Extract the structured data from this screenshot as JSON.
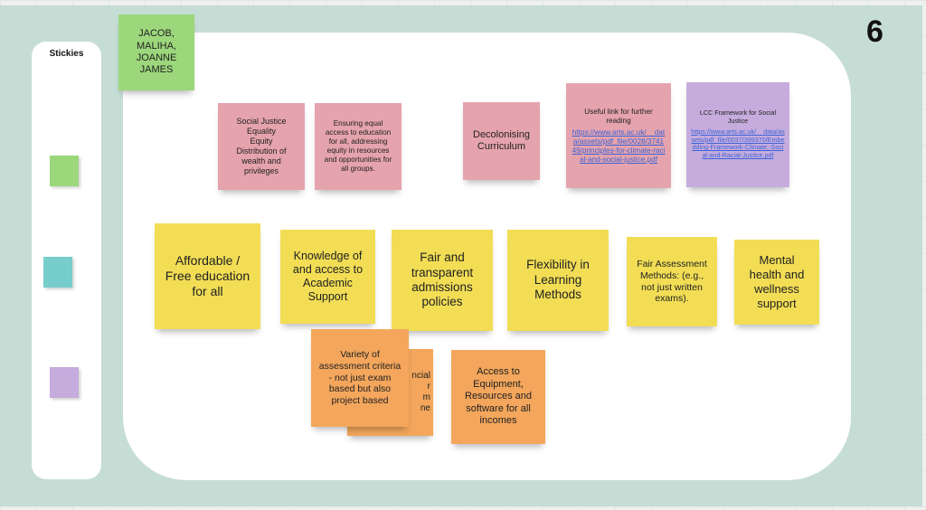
{
  "frame": {
    "number": "6"
  },
  "sidebar": {
    "title": "Stickies"
  },
  "swatches": {
    "green": "#9cd77c",
    "teal": "#76cdcc",
    "purple": "#c6acdd"
  },
  "notes": {
    "names": "JACOB, MALIHA, JOANNE JAMES",
    "social_justice": "Social Justice\nEquality\nEquity\nDistribution of wealth and privileges",
    "equal_access": "Ensuring equal access to education for all, addressing equity in resources and opportunities for all groups.",
    "decolonising": "Decolonising Curriculum",
    "useful_link": {
      "text": "Useful link for further reading",
      "url": "https://www.arts.ac.uk/__data/assets/pdf_file/0028/374149/principles-for-climate-racial-and-social-justice.pdf"
    },
    "lcc_framework": {
      "text": "LCC Framework for Social Justice",
      "url": "https://www.arts.ac.uk/__data/assets/pdf_file/0037/399370/Embedding-Framework-Climate,-Social-and-Racial-Justice.pdf"
    },
    "affordable": "Affordable / Free education for all",
    "knowledge": "Knowledge of and access to Academic Support",
    "admissions": "Fair and transparent admissions policies",
    "flexibility": "Flexibility in Learning Methods",
    "fair_assessment": "Fair Assessment Methods: (e.g., not just written exams).",
    "mental_health": "Mental health and wellness support",
    "variety": "Variety of assessment criteria - not just exam based but also project based",
    "financial_partial": "ncial\nr\nm\nne",
    "equipment": "Access to Equipment, Resources and software for all incomes"
  }
}
